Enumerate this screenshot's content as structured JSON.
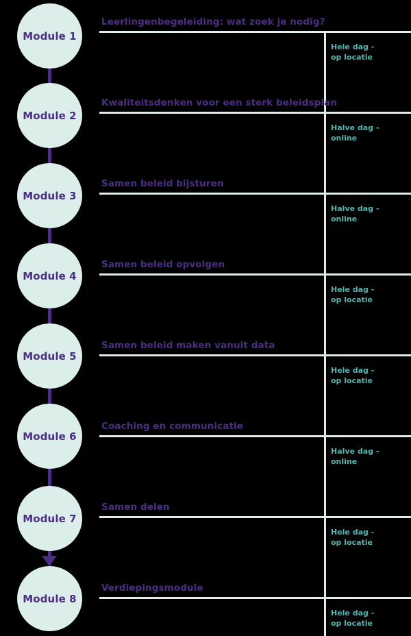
{
  "meta": {
    "title": "Opleidingstraject modules",
    "colors": {
      "circle_fill": "#dceeea",
      "accent_purple": "#4b2e83",
      "accent_teal": "#52b5b0",
      "rule": "#dceeea",
      "background": "#000000"
    }
  },
  "modules": [
    {
      "node_label": "Module 1",
      "title": "Leerlingenbegeleiding: wat zoek je nodig?",
      "format": "Hele dag -\nop locatie",
      "format_line1": "Hele dag -",
      "format_line2": "op locatie"
    },
    {
      "node_label": "Module 2",
      "title": "Kwaliteitsdenken voor een sterk beleidsplan",
      "format": "Halve dag -\nonline",
      "format_line1": "Halve dag -",
      "format_line2": "online"
    },
    {
      "node_label": "Module 3",
      "title": "Samen beleid bijsturen",
      "format": "Halve dag -\nonline",
      "format_line1": "Halve dag -",
      "format_line2": "online"
    },
    {
      "node_label": "Module 4",
      "title": "Samen beleid opvolgen",
      "format": "Hele dag -\nop locatie",
      "format_line1": "Hele dag -",
      "format_line2": "op locatie"
    },
    {
      "node_label": "Module 5",
      "title": "Samen beleid maken vanuit data",
      "format": "Hele dag -\nop locatie",
      "format_line1": "Hele dag -",
      "format_line2": "op locatie"
    },
    {
      "node_label": "Module 6",
      "title": "Coaching en communicatie",
      "format": "Halve dag -\nonline",
      "format_line1": "Halve dag -",
      "format_line2": "online"
    },
    {
      "node_label": "Module 7",
      "title": "Samen delen",
      "format": "Hele dag -\nop locatie",
      "format_line1": "Hele dag -",
      "format_line2": "op locatie"
    },
    {
      "node_label": "Module 8",
      "title": "Verdiepingsmodule",
      "format": "Hele dag -\nop locatie",
      "format_line1": "Hele dag -",
      "format_line2": "op locatie"
    }
  ]
}
